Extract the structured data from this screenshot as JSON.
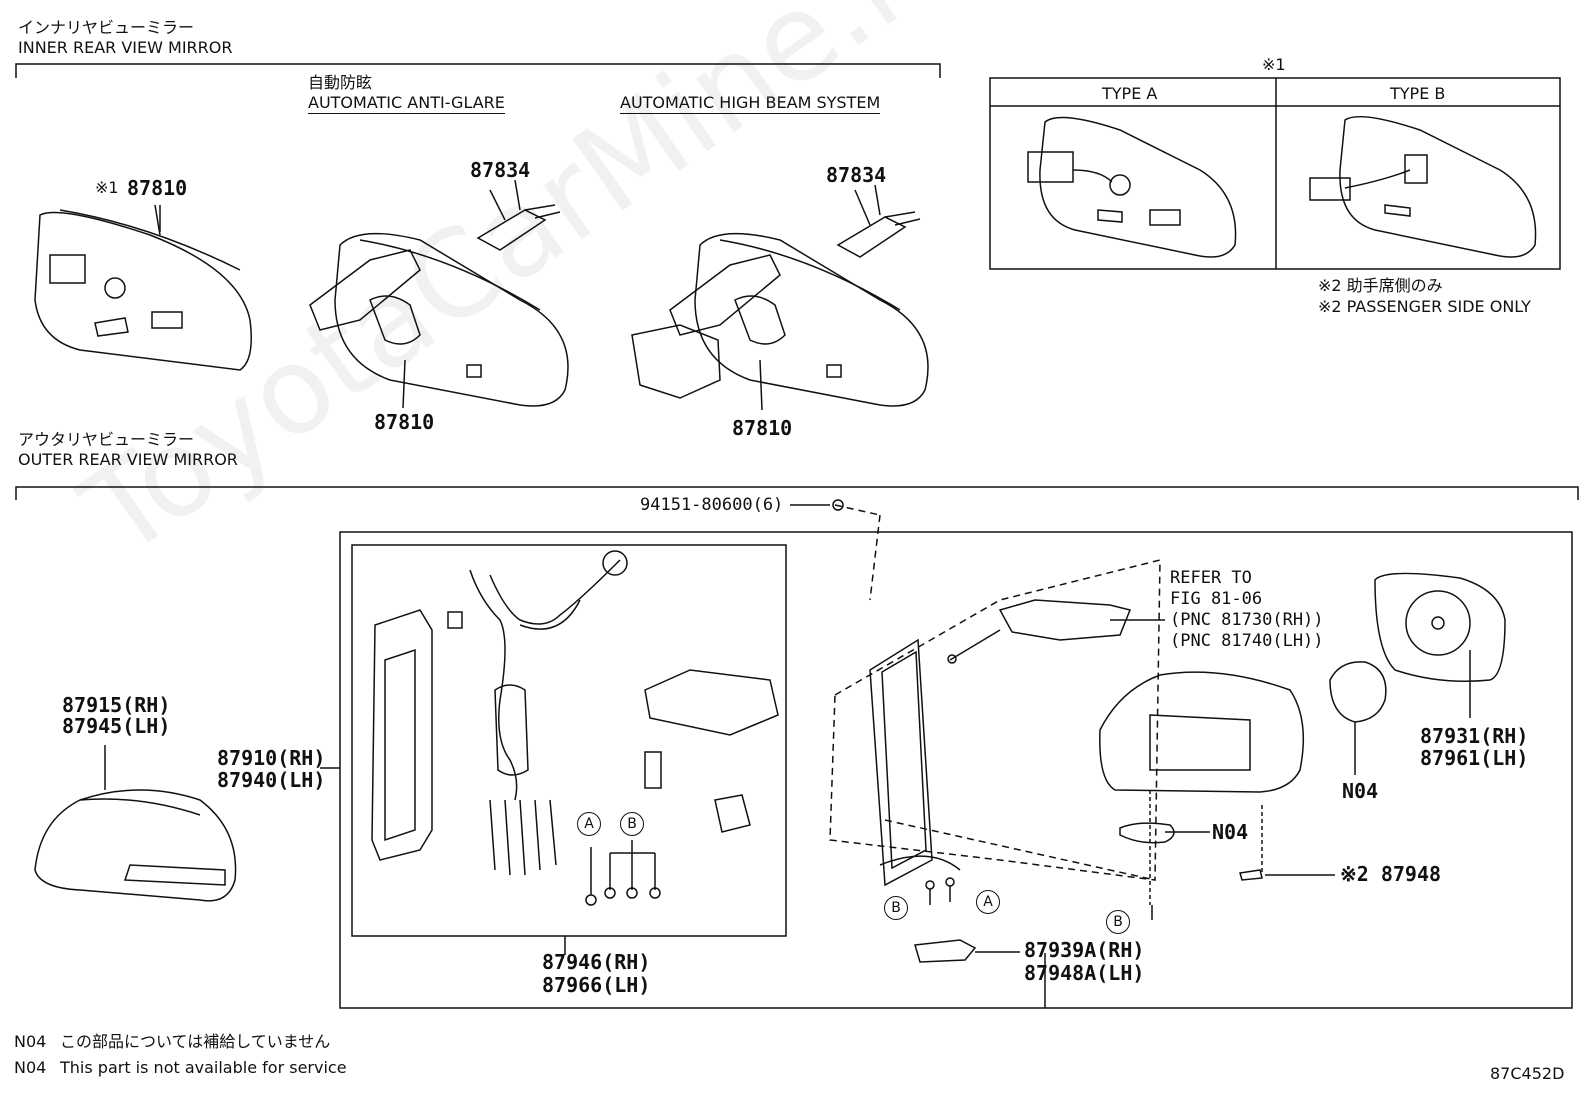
{
  "inner": {
    "title_jp": "インナリヤビューミラー",
    "title_en": "INNER REAR VIEW MIRROR",
    "anti_glare_jp": "自動防眩",
    "anti_glare_en": "AUTOMATIC ANTI-GLARE",
    "high_beam_en": "AUTOMATIC HIGH BEAM SYSTEM",
    "note_mark": "※1",
    "part_87810_a": "87810",
    "part_87834_a": "87834",
    "part_87810_b": "87810",
    "part_87834_b": "87834",
    "part_87810_c": "87810",
    "types": {
      "mark": "※1",
      "type_a": "TYPE A",
      "type_b": "TYPE B"
    },
    "note2_jp": "※2 助手席側のみ",
    "note2_en": "※2 PASSENGER SIDE ONLY"
  },
  "outer": {
    "title_jp": "アウタリヤビューミラー",
    "title_en": "OUTER REAR VIEW MIRROR",
    "screw": "94151-80600(6)",
    "cover_rh": "87915(RH)",
    "cover_lh": "87945(LH)",
    "assy_rh": "87910(RH)",
    "assy_lh": "87940(LH)",
    "harness_rh": "87946(RH)",
    "harness_lh": "87966(LH)",
    "refer_1": "REFER TO",
    "refer_2": "FIG 81-06",
    "refer_3": "(PNC 81730(RH))",
    "refer_4": "(PNC 81740(LH))",
    "glass_rh": "87931(RH)",
    "glass_lh": "87961(LH)",
    "n04_a": "N04",
    "n04_b": "N04",
    "note2_part": "※2 87948",
    "base_rh": "87939A(RH)",
    "base_lh": "87948A(LH)",
    "circle_a": "A",
    "circle_b": "B"
  },
  "footer": {
    "n04_jp_code": "N04",
    "n04_jp": "この部品については補給していません",
    "n04_en_code": "N04",
    "n04_en": "This part is not available for service",
    "diagram_code": "87C452D"
  },
  "watermark": "ToyotaCarMine.ru"
}
